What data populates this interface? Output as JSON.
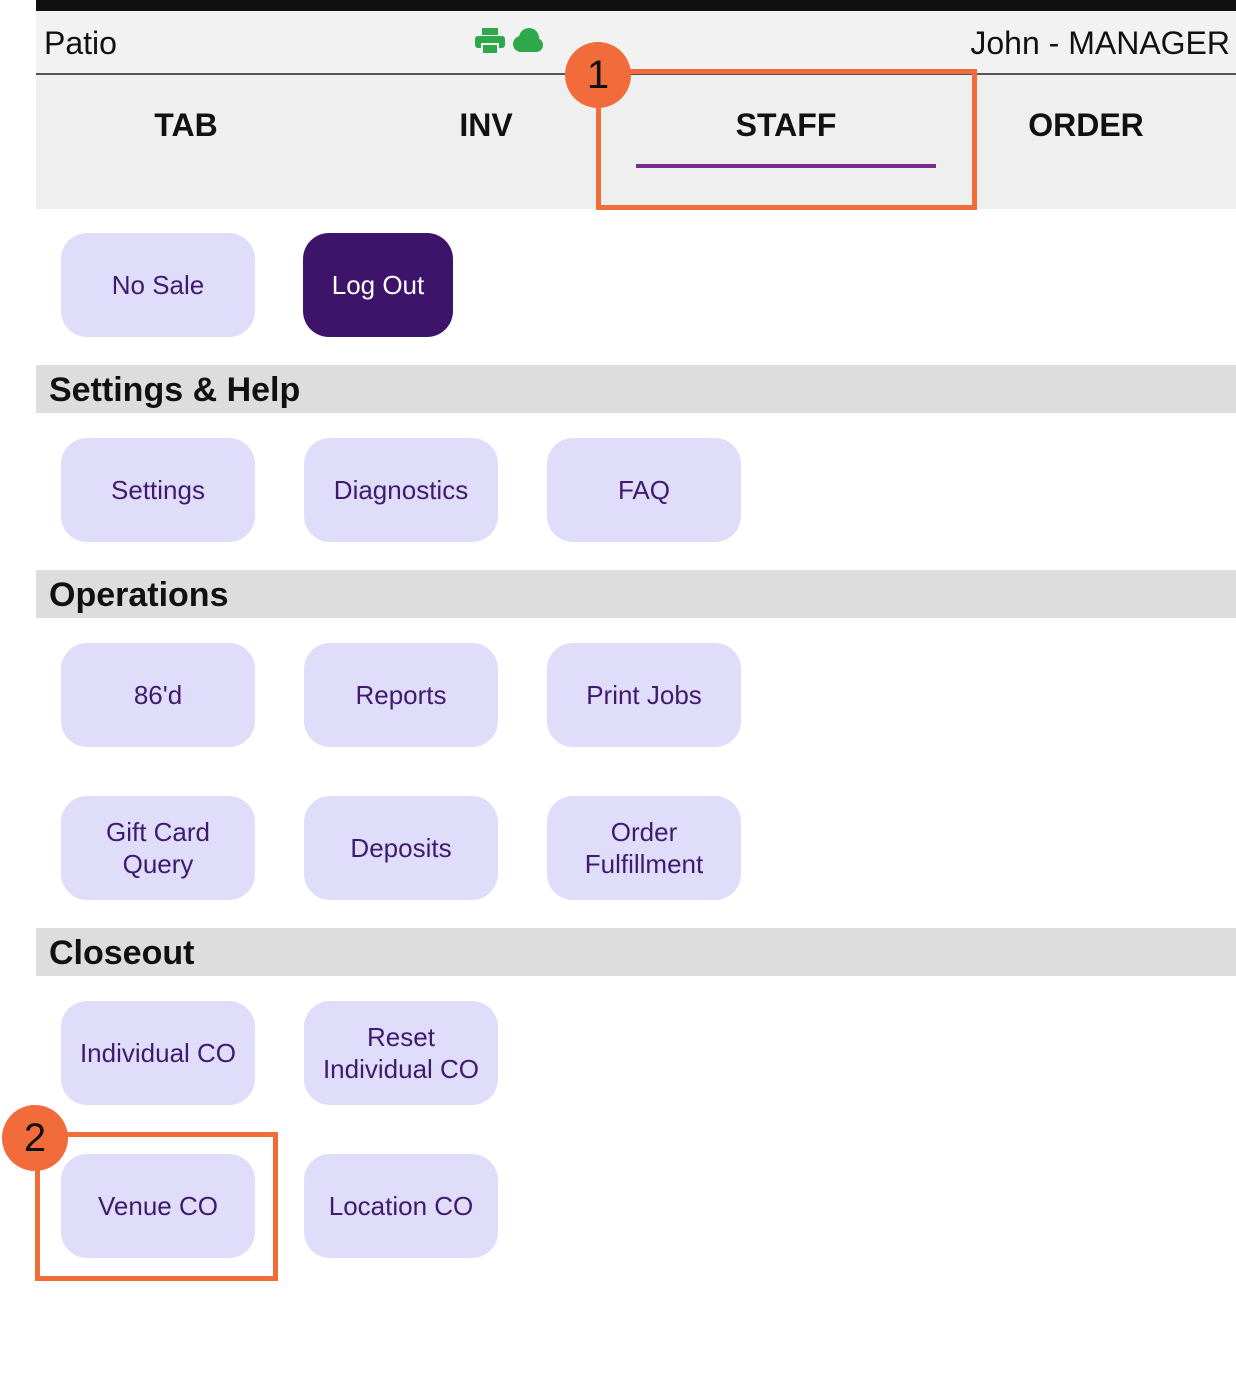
{
  "header": {
    "venue": "Patio",
    "user": "John - MANAGER",
    "status_icons": [
      "printer-icon",
      "cloud-icon"
    ],
    "status_color": "#2ea84a"
  },
  "tabs": [
    {
      "label": "TAB",
      "active": false
    },
    {
      "label": "INV",
      "active": false
    },
    {
      "label": "STAFF",
      "active": true
    },
    {
      "label": "ORDER",
      "active": false
    }
  ],
  "quick_actions": {
    "no_sale": "No Sale",
    "log_out": "Log Out"
  },
  "settings_help": {
    "title": "Settings & Help",
    "buttons": [
      "Settings",
      "Diagnostics",
      "FAQ"
    ]
  },
  "operations": {
    "title": "Operations",
    "buttons": [
      "86'd",
      "Reports",
      "Print Jobs",
      "Gift Card Query",
      "Deposits",
      "Order Fulfillment"
    ]
  },
  "closeout": {
    "title": "Closeout",
    "buttons": [
      "Individual CO",
      "Reset Individual CO",
      "Venue CO",
      "Location CO"
    ]
  },
  "callouts": [
    "1",
    "2"
  ],
  "colors": {
    "accent": "#7b2d8e",
    "button_bg": "#e0ddfa",
    "button_text": "#3f1a6e",
    "primary_button_bg": "#3d1469",
    "callout": "#f26b3a"
  }
}
